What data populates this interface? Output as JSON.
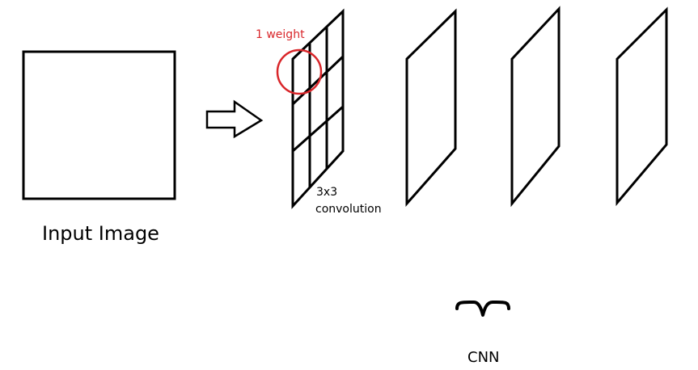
{
  "labels": {
    "input_image": "Input Image",
    "weight": "1 weight",
    "convolution_line1": "3x3",
    "convolution_line2": "convolution",
    "cnn": "CNN"
  },
  "colors": {
    "stroke": "#000000",
    "highlight": "#d9262a",
    "background": "#ffffff"
  },
  "icons": {
    "arrow": "right-arrow-icon",
    "brace": "curly-brace-icon"
  }
}
